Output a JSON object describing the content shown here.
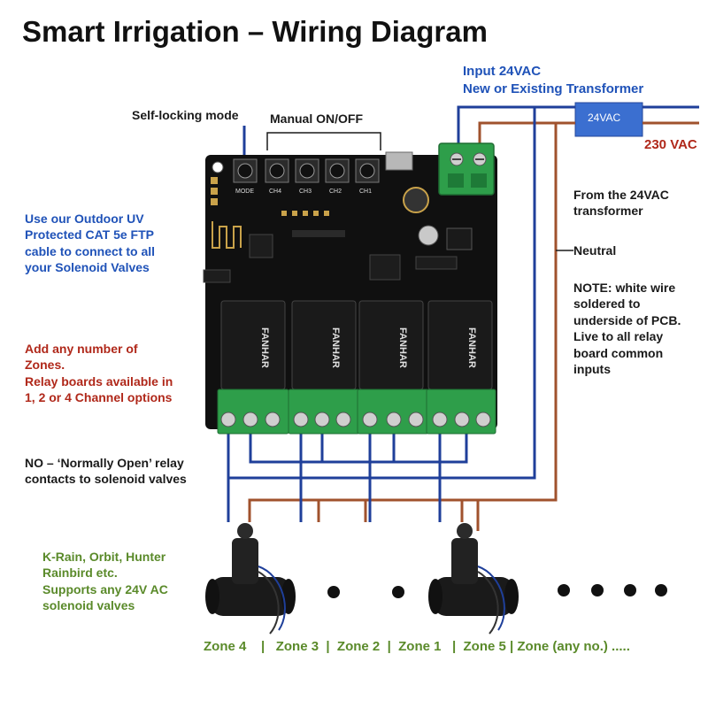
{
  "title": "Smart Irrigation – Wiring Diagram",
  "labels": {
    "input_24vac": "Input 24VAC",
    "new_or_existing_transformer": "New or Existing Transformer",
    "transformer_box": "24VAC",
    "vac_230": "230 VAC",
    "self_locking": "Self-locking mode",
    "manual_on_off": "Manual ON/OFF",
    "cable_note": "Use our Outdoor UV\nProtected CAT 5e FTP\ncable to connect to all\nyour Solenoid Valves",
    "add_zones": "Add any number of\nZones.\nRelay boards available in\n1, 2 or 4 Channel options",
    "no_note": "NO – ‘Normally Open’ relay\ncontacts to solenoid valves",
    "from_transformer": "From the 24VAC\ntransformer",
    "neutral": "Neutral",
    "white_wire_note": "NOTE: white wire\nsoldered to\nunderside of PCB.\nLive to all relay\nboard common\ninputs",
    "valve_brands": "K-Rain, Orbit, Hunter\nRainbird etc.\nSupports any 24V AC\nsolenoid valves"
  },
  "board": {
    "button_labels": [
      "MODE",
      "CH4",
      "CH3",
      "CH2",
      "CH1"
    ],
    "relay_brand": "FANHAR"
  },
  "zones_line": "Zone 4    |   Zone 3  |  Zone 2  |  Zone 1   |  Zone 5 | Zone (any no.) .....",
  "colors": {
    "blue_wire": "#1f3f9a",
    "brown_wire": "#a0522d",
    "transformer_fill": "#3b6fd0",
    "terminal_green": "#2e9e4a",
    "pcb_black": "#101010"
  }
}
